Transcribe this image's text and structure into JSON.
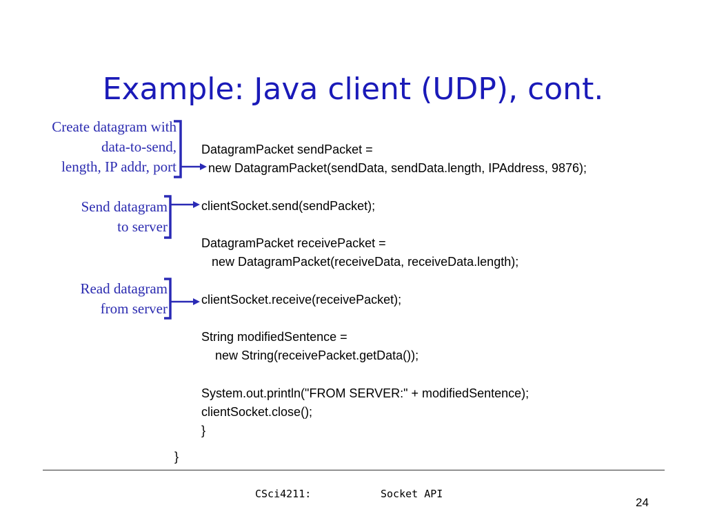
{
  "slide": {
    "title": "Example: Java client (UDP), cont.",
    "annotations": [
      {
        "lines": [
          "Create datagram with",
          "data-to-send,",
          "length, IP addr, port"
        ]
      },
      {
        "lines": [
          "Send datagram",
          "to server"
        ]
      },
      {
        "lines": [
          "Read datagram",
          "from server"
        ]
      }
    ],
    "code_lines": [
      "DatagramPacket sendPacket =",
      "  new DatagramPacket(sendData, sendData.length, IPAddress, 9876);",
      "clientSocket.send(sendPacket);",
      "DatagramPacket receivePacket =",
      "   new DatagramPacket(receiveData, receiveData.length);",
      "clientSocket.receive(receivePacket);",
      "String modifiedSentence =",
      "    new String(receivePacket.getData());",
      "System.out.println(\"FROM SERVER:\" + modifiedSentence);",
      "clientSocket.close();",
      "}"
    ],
    "outer_brace": "}",
    "footer": {
      "course": "CSci4211:",
      "topic": "Socket API",
      "page_number": "24"
    },
    "colors": {
      "title": "#1a1ab8",
      "annotation": "#2b2bb0",
      "bracket": "#2a2ab5"
    }
  }
}
